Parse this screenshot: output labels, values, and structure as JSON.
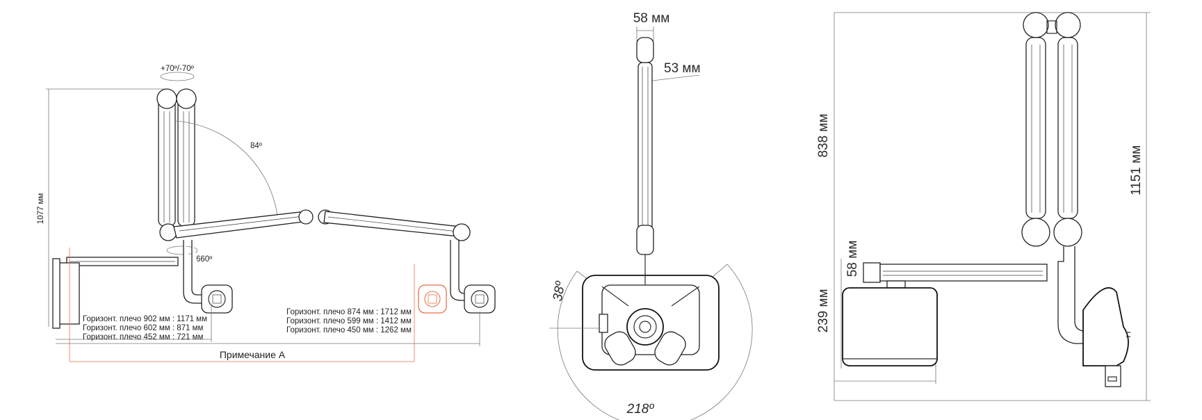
{
  "colors": {
    "line": "#2b2b2b",
    "dimension": "#777777",
    "accent": "#e8724a"
  },
  "left_view": {
    "rotation_label": "+70º/-70º",
    "height_label": "1077 мм",
    "angle_label": "84º",
    "swivel_label": "660º",
    "reach_short": [
      "Горизонт. плечо 902 мм : 1171 мм",
      "Горизонт. плечо 602 мм : 871 мм",
      "Горизонт. плечо 452 мм : 721 мм"
    ],
    "reach_long": [
      "Горизонт. плечо 874 мм : 1712 мм",
      "Горизонт. плечо 599 мм : 1412 мм",
      "Горизонт. плечо 450 мм : 1262 мм"
    ],
    "note_label": "Примечание А"
  },
  "middle_view": {
    "top_width_label": "58 мм",
    "arm_width_label": "53 мм",
    "left_angle_label": "38º",
    "bottom_angle_label": "218º"
  },
  "right_view": {
    "vertical_label": "838 мм",
    "total_height_label": "1151 мм",
    "box_label_small": "58 мм",
    "box_height_label": "239 мм"
  }
}
